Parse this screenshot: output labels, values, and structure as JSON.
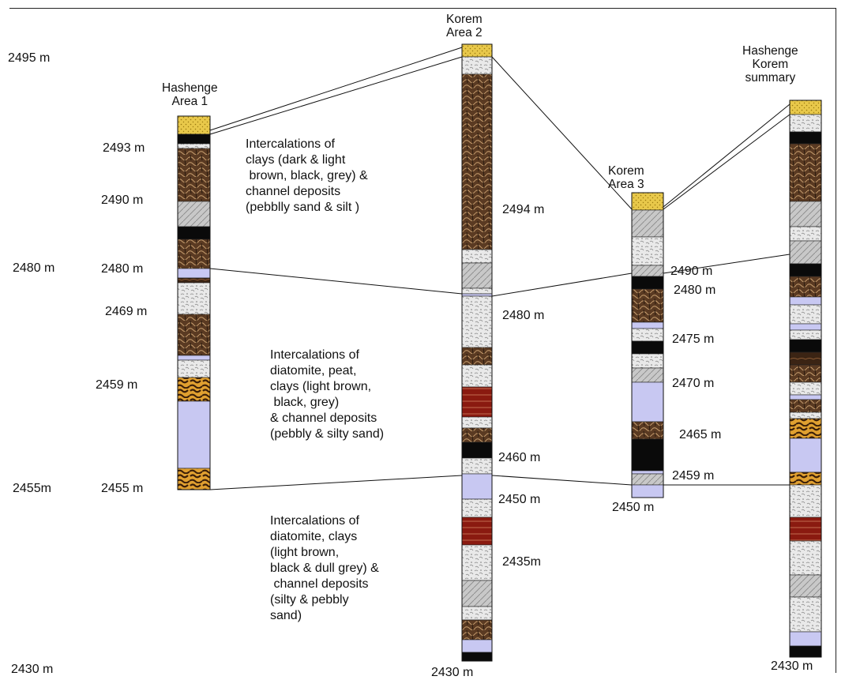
{
  "columns": [
    {
      "id": "a1",
      "title": "Hashenge\nArea 1",
      "layers": [
        [
          "sand",
          147,
          170
        ],
        [
          "black",
          170,
          182
        ],
        [
          "clay",
          182,
          188
        ],
        [
          "brown",
          188,
          255
        ],
        [
          "grey",
          255,
          287
        ],
        [
          "black",
          287,
          303
        ],
        [
          "brown",
          303,
          340
        ],
        [
          "blue",
          340,
          352
        ],
        [
          "dbrown",
          352,
          358
        ],
        [
          "clay",
          358,
          398
        ],
        [
          "brown",
          398,
          450
        ],
        [
          "blue",
          450,
          456
        ],
        [
          "clay",
          456,
          478
        ],
        [
          "peat",
          478,
          508
        ],
        [
          "blue",
          508,
          593
        ],
        [
          "peat",
          593,
          620
        ]
      ]
    },
    {
      "id": "a2",
      "title": "Korem\nArea 2",
      "layers": [
        [
          "sand",
          56,
          72
        ],
        [
          "clay",
          72,
          94
        ],
        [
          "brown",
          94,
          316
        ],
        [
          "clay",
          316,
          333
        ],
        [
          "grey",
          333,
          365
        ],
        [
          "clay",
          365,
          372
        ],
        [
          "blue",
          372,
          375
        ],
        [
          "clay",
          375,
          440
        ],
        [
          "brown",
          440,
          462
        ],
        [
          "clay",
          462,
          490
        ],
        [
          "red",
          490,
          528
        ],
        [
          "clay",
          528,
          542
        ],
        [
          "brown",
          542,
          560
        ],
        [
          "black",
          560,
          580
        ],
        [
          "clay",
          580,
          600
        ],
        [
          "blue",
          600,
          632
        ],
        [
          "clay",
          632,
          655
        ],
        [
          "red",
          655,
          690
        ],
        [
          "clay",
          690,
          735
        ],
        [
          "grey",
          735,
          768
        ],
        [
          "clay",
          768,
          785
        ],
        [
          "brown",
          785,
          810
        ],
        [
          "blue",
          810,
          826
        ],
        [
          "black",
          826,
          837
        ]
      ]
    },
    {
      "id": "a3",
      "title": "Korem\nArea 3",
      "layers": [
        [
          "sand",
          244,
          266
        ],
        [
          "grey",
          266,
          300
        ],
        [
          "clay",
          300,
          336
        ],
        [
          "grey",
          336,
          350
        ],
        [
          "black",
          350,
          366
        ],
        [
          "brown",
          366,
          408
        ],
        [
          "blue",
          408,
          416
        ],
        [
          "clay",
          416,
          432
        ],
        [
          "black",
          432,
          448
        ],
        [
          "clay",
          448,
          466
        ],
        [
          "grey",
          466,
          484
        ],
        [
          "blue",
          484,
          534
        ],
        [
          "brown",
          534,
          556
        ],
        [
          "black",
          556,
          596
        ],
        [
          "blue",
          596,
          600
        ],
        [
          "grey",
          600,
          614
        ],
        [
          "blue",
          614,
          630
        ]
      ]
    },
    {
      "id": "sum",
      "title": "Hashenge\nKorem\nsummary",
      "layers": [
        [
          "sand",
          127,
          145
        ],
        [
          "clay",
          145,
          167
        ],
        [
          "black",
          167,
          182
        ],
        [
          "brown",
          182,
          255
        ],
        [
          "grey",
          255,
          287
        ],
        [
          "clay",
          287,
          305
        ],
        [
          "grey",
          305,
          334
        ],
        [
          "black",
          334,
          350
        ],
        [
          "brown",
          350,
          376
        ],
        [
          "blue",
          376,
          386
        ],
        [
          "clay",
          386,
          410
        ],
        [
          "blue",
          410,
          418
        ],
        [
          "clay",
          418,
          430
        ],
        [
          "black",
          430,
          446
        ],
        [
          "dbrown",
          446,
          462
        ],
        [
          "brown",
          462,
          484
        ],
        [
          "clay",
          484,
          500
        ],
        [
          "blue",
          500,
          506
        ],
        [
          "brown",
          506,
          522
        ],
        [
          "clay",
          522,
          530
        ],
        [
          "peat",
          530,
          555
        ],
        [
          "blue",
          555,
          598
        ],
        [
          "peat",
          598,
          614
        ],
        [
          "clay",
          614,
          655
        ],
        [
          "red",
          655,
          685
        ],
        [
          "clay",
          685,
          728
        ],
        [
          "grey",
          728,
          756
        ],
        [
          "clay",
          756,
          800
        ],
        [
          "blue",
          800,
          818
        ],
        [
          "black",
          818,
          832
        ]
      ]
    }
  ],
  "left_axis": [
    "2495 m",
    "2480 m",
    "2455m",
    "2430 m"
  ],
  "col_labels": {
    "a1": [
      "2493 m",
      "2490 m",
      "2480 m",
      "2469 m",
      "2459 m",
      "2455 m"
    ],
    "a2": [
      "2494 m",
      "2480 m",
      "2460 m",
      "2450 m",
      "2435m",
      "2430 m"
    ],
    "a3": [
      "2490 m",
      "2480 m",
      "2475 m",
      "2470 m",
      "2465 m",
      "2459 m",
      "2450 m"
    ],
    "sum": [
      "2430 m"
    ]
  },
  "descriptions": [
    "Intercalations of\nclays (dark & light\n brown, black, grey) &\nchannel deposits\n(pebblly sand & silt )",
    "Intercalations of\ndiatomite, peat,\nclays (light brown,\n black, grey)\n& channel deposits\n(pebbly & silty sand)",
    "Intercalations of\ndiatomite, clays\n(light brown,\nblack & dull grey) &\n channel deposits\n(silty & pebbly\nsand)"
  ],
  "colors": {
    "sand": "#e8c84a",
    "black": "#0a0a0a",
    "brown": "#5a3a22",
    "dbrown": "#3b2414",
    "clay": "#e4e4e4",
    "grey": "#c8c8c8",
    "blue": "#c8c8f2",
    "peat": "#e0a030",
    "red": "#8a1a10",
    "line": "#111111"
  }
}
